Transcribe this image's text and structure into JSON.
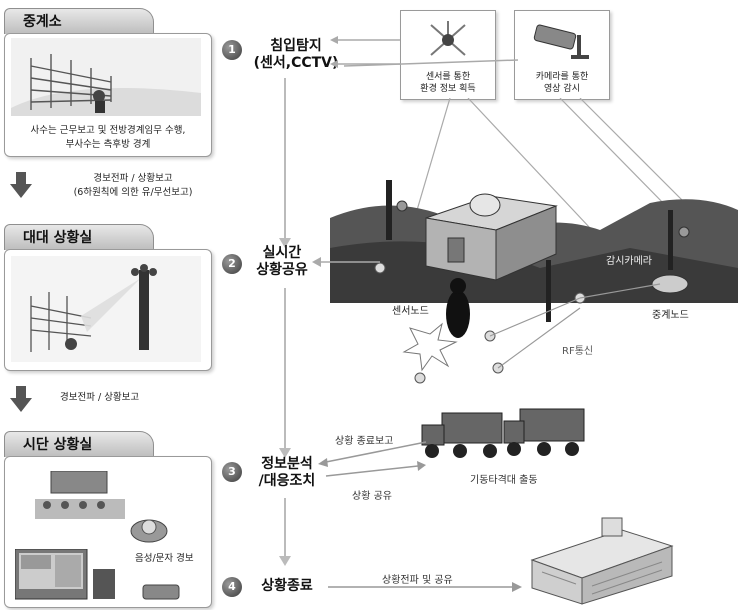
{
  "panels": [
    {
      "title": "중계소",
      "caption_line1": "사수는 근무보고 및 전방경계임무 수행,",
      "caption_line2": "부사수는 측후방 경계"
    },
    {
      "title": "대대 상황실"
    },
    {
      "title": "시단 상황실",
      "caption": "음성/문자 경보"
    }
  ],
  "side_notes": {
    "note1_line1": "경보전파 / 상황보고",
    "note1_line2": "(6하원칙에 의한 유/무선보고)",
    "note2": "경보전파 / 상황보고"
  },
  "steps": [
    {
      "num": "1",
      "line1": "침입탐지",
      "line2": "(센서,CCTV)"
    },
    {
      "num": "2",
      "line1": "실시간",
      "line2": "상황공유"
    },
    {
      "num": "3",
      "line1": "정보분석",
      "line2": "/대응조치"
    },
    {
      "num": "4",
      "line1": "상황종료",
      "line2": ""
    }
  ],
  "top_boxes": [
    {
      "line1": "센서를 통한",
      "line2": "환경 정보 획득"
    },
    {
      "line1": "카메라를 통한",
      "line2": "영상 감시"
    }
  ],
  "scene_labels": {
    "camera": "감시카메라",
    "sensor_node": "센서노드",
    "relay_node": "중계노드",
    "rf": "RF통신"
  },
  "flow_labels": {
    "report": "상황 종료보고",
    "share": "상황 공유",
    "dispatch": "기동타격대 출동",
    "end_share": "상황전파 및 공유"
  }
}
